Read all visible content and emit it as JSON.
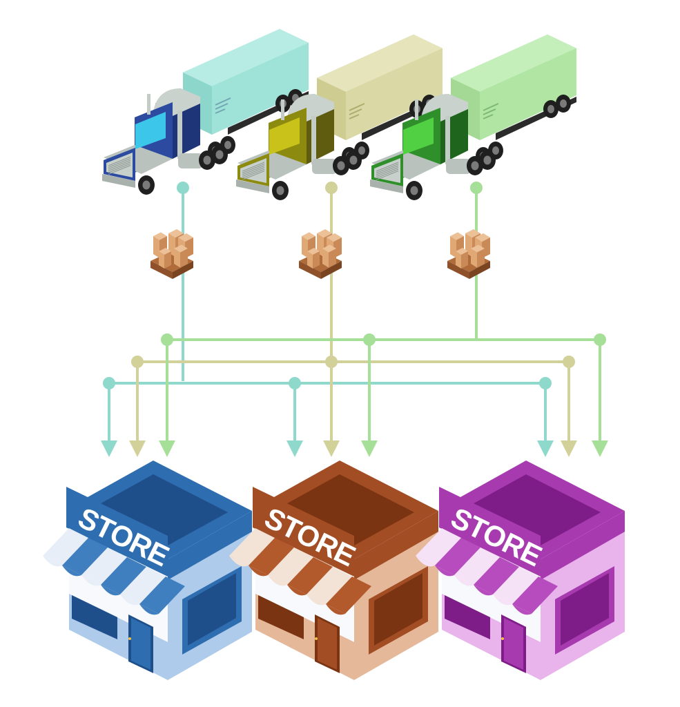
{
  "colors": {
    "teal": "#8fd9cc",
    "olive": "#d2d19a",
    "green": "#a6df98",
    "background": "#ffffff"
  },
  "trucks": [
    {
      "id": "truck-1",
      "color_name": "blue",
      "cab": "#2c4aa0",
      "cab_dark": "#1e3578",
      "window": "#3cc7ea",
      "trailer": "#9fe3d8",
      "trailer_side": "#8dd6cc",
      "trailer_top": "#b6ece4",
      "line": "teal"
    },
    {
      "id": "truck-2",
      "color_name": "olive",
      "cab": "#8d8a10",
      "cab_dark": "#5f5c10",
      "window": "#c9c21a",
      "trailer": "#dad8a4",
      "trailer_side": "#cfcc92",
      "trailer_top": "#e6e4bb",
      "line": "olive"
    },
    {
      "id": "truck-3",
      "color_name": "green",
      "cab": "#2f8f2a",
      "cab_dark": "#1f651d",
      "window": "#52d043",
      "trailer": "#b0e5a3",
      "trailer_side": "#a3d995",
      "trailer_top": "#c4eeba",
      "line": "green"
    }
  ],
  "stores": [
    {
      "id": "store-1",
      "sign": "STORE",
      "main": "#2d6db0",
      "dark": "#1e4f8a",
      "light": "#aecbeb",
      "awning": "#3f7fc0",
      "awning_stripe": "#e8eef7"
    },
    {
      "id": "store-2",
      "sign": "STORE",
      "main": "#a24d23",
      "dark": "#7a3412",
      "light": "#e6b89a",
      "awning": "#b35a2c",
      "awning_stripe": "#f3e2d6"
    },
    {
      "id": "store-3",
      "sign": "STORE",
      "main": "#a73aaf",
      "dark": "#7e1d88",
      "light": "#e9b3ec",
      "awning": "#b64cbd",
      "awning_stripe": "#f6e2f7"
    }
  ],
  "pallets": [
    {
      "id": "pallet-1",
      "box": "#e0a874",
      "box_dark": "#c98a57",
      "pallet": "#b06b3a"
    },
    {
      "id": "pallet-2",
      "box": "#e0a874",
      "box_dark": "#c98a57",
      "pallet": "#b06b3a"
    },
    {
      "id": "pallet-3",
      "box": "#e0a874",
      "box_dark": "#c98a57",
      "pallet": "#b06b3a"
    }
  ],
  "routes": [
    {
      "from": "truck-1",
      "to": [
        "store-1",
        "store-2",
        "store-3"
      ],
      "line": "teal"
    },
    {
      "from": "truck-2",
      "to": [
        "store-1",
        "store-2",
        "store-3"
      ],
      "line": "olive"
    },
    {
      "from": "truck-3",
      "to": [
        "store-1",
        "store-2",
        "store-3"
      ],
      "line": "green"
    }
  ]
}
